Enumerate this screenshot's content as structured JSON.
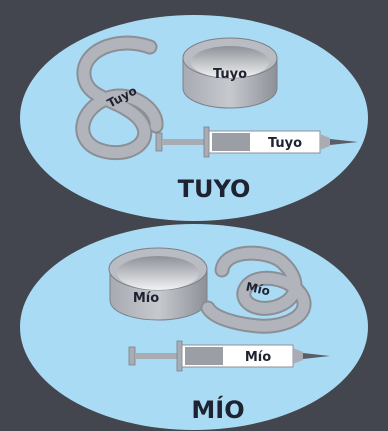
{
  "panels": [
    {
      "title": "TUYO",
      "tube_label": "Tuyo",
      "dish_label": "Tuyo",
      "syringe_label": "Tuyo"
    },
    {
      "title": "MÍO",
      "tube_label": "Mío",
      "dish_label": "Mío",
      "syringe_label": "Mío"
    }
  ],
  "colors": {
    "background": "#43464e",
    "panel_fill": "#a9dcf4",
    "object_gray": "#a9acb2",
    "text": "#1f2230"
  }
}
